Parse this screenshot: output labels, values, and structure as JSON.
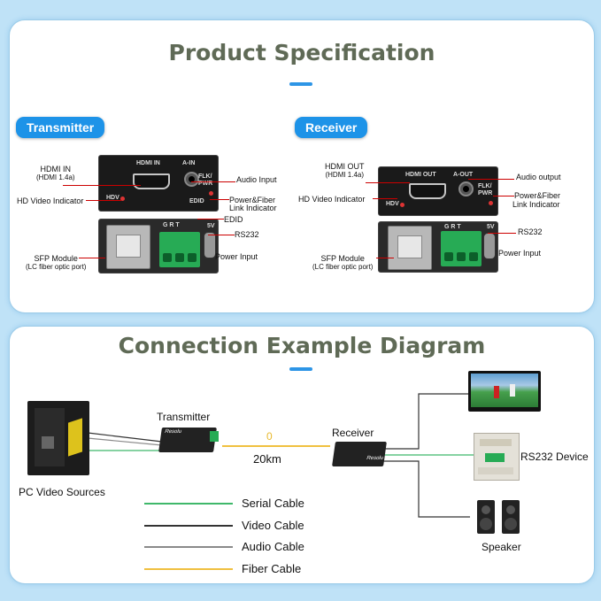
{
  "spec": {
    "title": "Product Specification",
    "transmitter": {
      "pill": "Transmitter",
      "hdmi_in_label": "HDMI IN",
      "hdmi_in_sub": "(HDMI 1.4a)",
      "hd_video_indicator": "HD Video Indicator",
      "sfp_module": "SFP Module",
      "sfp_sub": "(LC fiber optic port)",
      "audio_input": "Audio Input",
      "power_fiber": "Power&Fiber",
      "link_indicator": "Link Indicator",
      "edid": "EDID",
      "rs232": "RS232",
      "power_input": "Power Input",
      "silk_hdmi": "HDMI IN",
      "silk_audio": "A-IN",
      "silk_flk": "FLK/",
      "silk_pwr": "PWR",
      "silk_hdv": "HDV",
      "silk_edid": "EDID",
      "silk_grt": "G R T",
      "silk_5v": "5V"
    },
    "receiver": {
      "pill": "Receiver",
      "hdmi_out_label": "HDMI OUT",
      "hdmi_out_sub": "(HDMI 1.4a)",
      "hd_video_indicator": "HD Video Indicator",
      "sfp_module": "SFP Module",
      "sfp_sub": "(LC fiber optic port)",
      "audio_output": "Audio output",
      "power_fiber": "Power&Fiber",
      "link_indicator": "Link Indicator",
      "rs232": "RS232",
      "power_input": "Power Input",
      "silk_hdmi": "HDMI OUT",
      "silk_audio": "A-OUT",
      "silk_flk": "FLK/",
      "silk_pwr": "PWR",
      "silk_hdv": "HDV",
      "silk_grt": "G R T",
      "silk_5v": "5V"
    }
  },
  "connection": {
    "title": "Connection Example Diagram",
    "pc_label": "PC Video Sources",
    "transmitter_label": "Transmitter",
    "receiver_label": "Receiver",
    "distance_marker": "0",
    "distance": "20km",
    "rs232_device": "RS232 Device",
    "speaker": "Speaker",
    "brand": "Resolu",
    "legend": [
      {
        "label": "Serial Cable",
        "color": "#3fb86a"
      },
      {
        "label": "Video Cable",
        "color": "#333333"
      },
      {
        "label": "Audio Cable",
        "color": "#8a8a8a"
      },
      {
        "label": "Fiber Cable",
        "color": "#f0c040"
      }
    ]
  },
  "colors": {
    "accent": "#1d93e8",
    "title": "#5f6a56",
    "background": "#bfe2f7"
  }
}
